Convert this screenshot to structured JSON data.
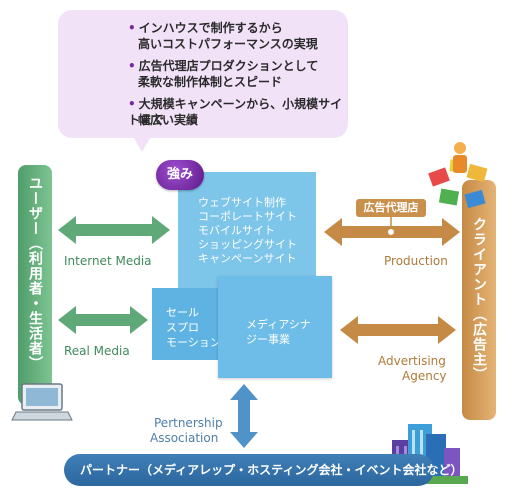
{
  "bubble": {
    "bullets": [
      {
        "line1": "インハウスで制作するから",
        "line2": "高いコストパフォーマンスの実現"
      },
      {
        "line1": "広告代理店プロダクションとして",
        "line2": "柔軟な制作体制とスピード"
      },
      {
        "line1": "大規模キャンペーンから、小規模サイトまで",
        "line2": "幅広い実績"
      }
    ]
  },
  "badge": "強み",
  "user_bar": "ユーザー（利用者・生活者）",
  "client_bar": "クライアント（広告主）",
  "box_web": [
    "ウェブサイト制作",
    "コーポレートサイト",
    "モバイルサイト",
    "ショッピングサイト",
    "キャンペーンサイト"
  ],
  "box_sales": [
    "セール",
    "スプロ",
    "モーション"
  ],
  "box_media": [
    "メディアシナ",
    "ジー事業"
  ],
  "labels": {
    "internet_media": "Internet Media",
    "real_media": "Real Media",
    "production": "Production",
    "advertising": "Advertising",
    "agency": "Agency",
    "partnership": "Pertnership",
    "association": "Association"
  },
  "agency_tag": "広告代理店",
  "partner_bar": "パートナー（メディアレップ・ホスティング会社・イベント会社など）",
  "colors": {
    "green": "#4f9d6a",
    "brown": "#c58a45",
    "blue": "#6ebde8",
    "purple": "#7a2a9a"
  }
}
